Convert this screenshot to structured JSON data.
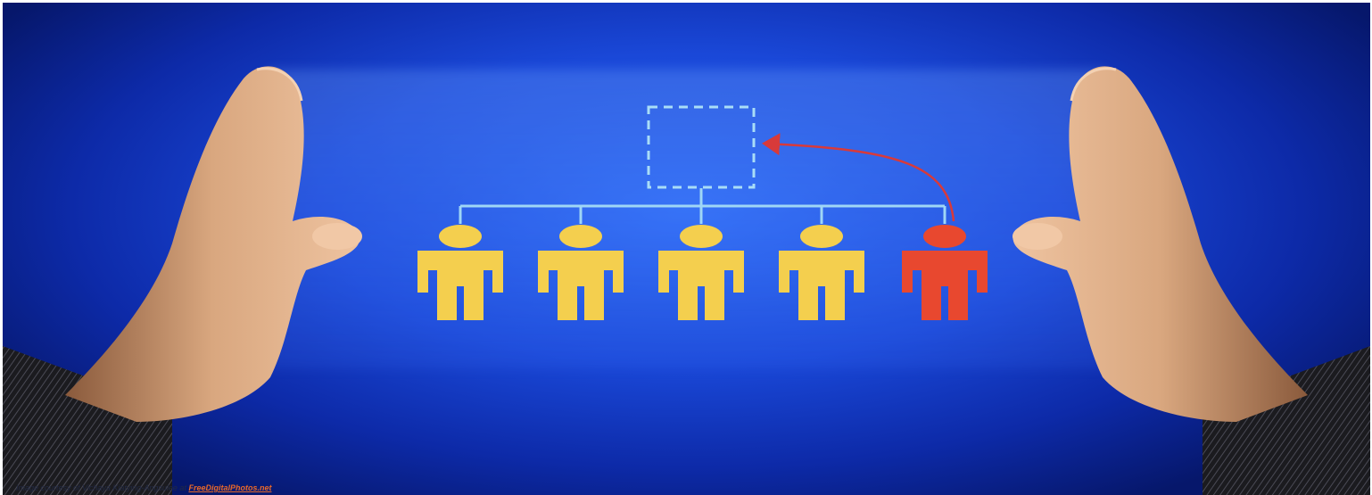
{
  "image": {
    "subject": "hands-framing-org-chart",
    "colors": {
      "background": "#1a48d8",
      "figure_default": "#f4cf4e",
      "figure_highlight": "#e8482f",
      "connector_lines": "#9fd6f5",
      "arrow": "#d83a3a"
    }
  },
  "org_chart": {
    "empty_position_icon": "dashed-square-icon",
    "figures": [
      {
        "role": "member",
        "color": "#f4cf4e"
      },
      {
        "role": "member",
        "color": "#f4cf4e"
      },
      {
        "role": "member",
        "color": "#f4cf4e"
      },
      {
        "role": "member",
        "color": "#f4cf4e"
      },
      {
        "role": "promoted-member",
        "color": "#e8482f"
      }
    ]
  },
  "credit": {
    "prefix": "Image courtesy of  Vichaya Kiatying-Angsulee at ",
    "link_text": "FreeDigitalPhotos.net"
  }
}
